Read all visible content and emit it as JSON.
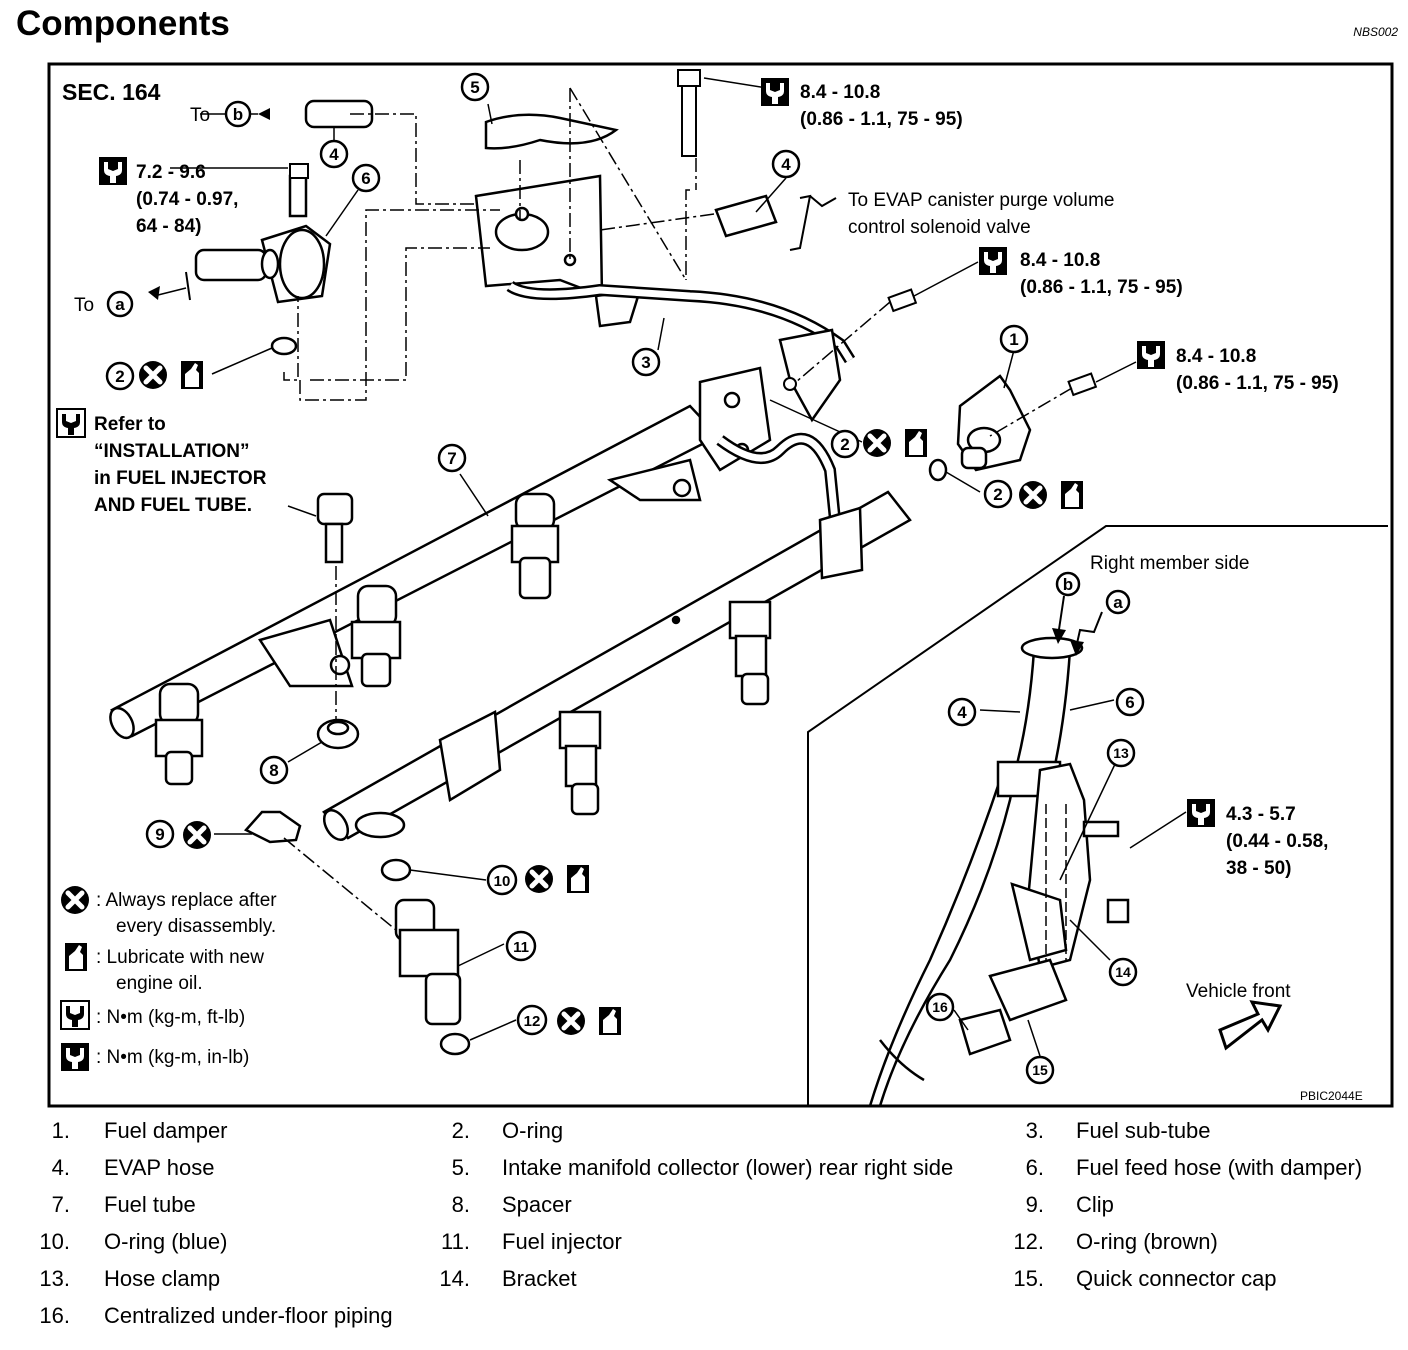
{
  "header": {
    "title": "Components",
    "code": "NBS002"
  },
  "diagram": {
    "section": "SEC. 164",
    "to_b": "To",
    "to_a": "To",
    "letter_a": "a",
    "letter_b": "b",
    "evap_line1": "To EVAP canister purge volume",
    "evap_line2": "control solenoid valve",
    "torque_6_line1": "7.2 - 9.6",
    "torque_6_line2": "(0.74 - 0.97,",
    "torque_6_line3": "64 - 84)",
    "torque_top_line1": "8.4 - 10.8",
    "torque_top_line2": "(0.86 - 1.1, 75 - 95)",
    "torque_mid_line1": "8.4 - 10.8",
    "torque_mid_line2": "(0.86 - 1.1, 75 - 95)",
    "torque_right_line1": "8.4 - 10.8",
    "torque_right_line2": "(0.86 - 1.1, 75 - 95)",
    "refer_line1": "Refer to",
    "refer_line2": "“INSTALLATION”",
    "refer_line3": "in FUEL INJECTOR",
    "refer_line4": "AND FUEL TUBE.",
    "key_replace_line1": ": Always replace after",
    "key_replace_line2": "every disassembly.",
    "key_lube_line1": ": Lubricate with new",
    "key_lube_line2": "engine oil.",
    "key_ftlb": ":  N•m  (kg-m,  ft-lb)",
    "key_inlb": ":  N•m  (kg-m,  in-lb)",
    "inset_title": "Right member side",
    "inset_torque_line1": "4.3 - 5.7",
    "inset_torque_line2": "(0.44 - 0.58,",
    "inset_torque_line3": "38 - 50)",
    "vehicle_front": "Vehicle front",
    "figure_code": "PBIC2044E",
    "callouts": [
      "1",
      "2",
      "3",
      "4",
      "5",
      "6",
      "7",
      "8",
      "9",
      "10",
      "11",
      "12",
      "13",
      "14",
      "15",
      "16"
    ]
  },
  "legend": [
    {
      "n": "1.",
      "t": "Fuel damper"
    },
    {
      "n": "2.",
      "t": "O-ring"
    },
    {
      "n": "3.",
      "t": "Fuel sub-tube"
    },
    {
      "n": "4.",
      "t": "EVAP hose"
    },
    {
      "n": "5.",
      "t": "Intake manifold collector (lower) rear right side"
    },
    {
      "n": "6.",
      "t": "Fuel feed hose (with damper)"
    },
    {
      "n": "7.",
      "t": "Fuel tube"
    },
    {
      "n": "8.",
      "t": "Spacer"
    },
    {
      "n": "9.",
      "t": "Clip"
    },
    {
      "n": "10.",
      "t": "O-ring (blue)"
    },
    {
      "n": "11.",
      "t": "Fuel injector"
    },
    {
      "n": "12.",
      "t": "O-ring (brown)"
    },
    {
      "n": "13.",
      "t": "Hose clamp"
    },
    {
      "n": "14.",
      "t": "Bracket"
    },
    {
      "n": "15.",
      "t": "Quick connector cap"
    },
    {
      "n": "16.",
      "t": "Centralized under-floor piping"
    }
  ]
}
